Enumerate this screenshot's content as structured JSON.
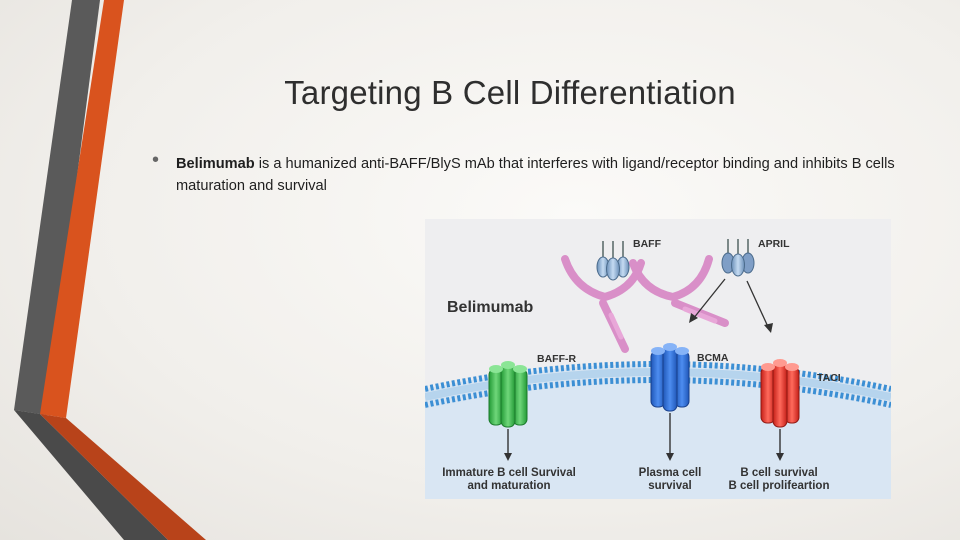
{
  "slide": {
    "title": "Targeting B Cell Differentiation",
    "bullet": {
      "bold_term": "Belimumab",
      "text": " is a humanized anti-BAFF/BlyS mAb that interferes with ligand/receptor binding and inhibits B cells maturation and survival"
    }
  },
  "figure": {
    "ligands": [
      "BAFF",
      "APRIL"
    ],
    "drug_label": "Belimumab",
    "receptors": [
      "BAFF-R",
      "BCMA",
      "TACI"
    ],
    "outcomes": {
      "baffr": [
        "Immature B cell Survival",
        "and maturation"
      ],
      "bcma": [
        "Plasma cell",
        "survival"
      ],
      "taci": [
        "B cell survival",
        "B cell prolifeartion"
      ]
    }
  },
  "colors": {
    "accent_orange": "#d9531e",
    "accent_gray": "#5a5a5a",
    "baffr_green": "#3bb34a",
    "bcma_blue": "#2f6fd6",
    "taci_red": "#e8352b",
    "antibody_pink": "#d98fc8"
  }
}
